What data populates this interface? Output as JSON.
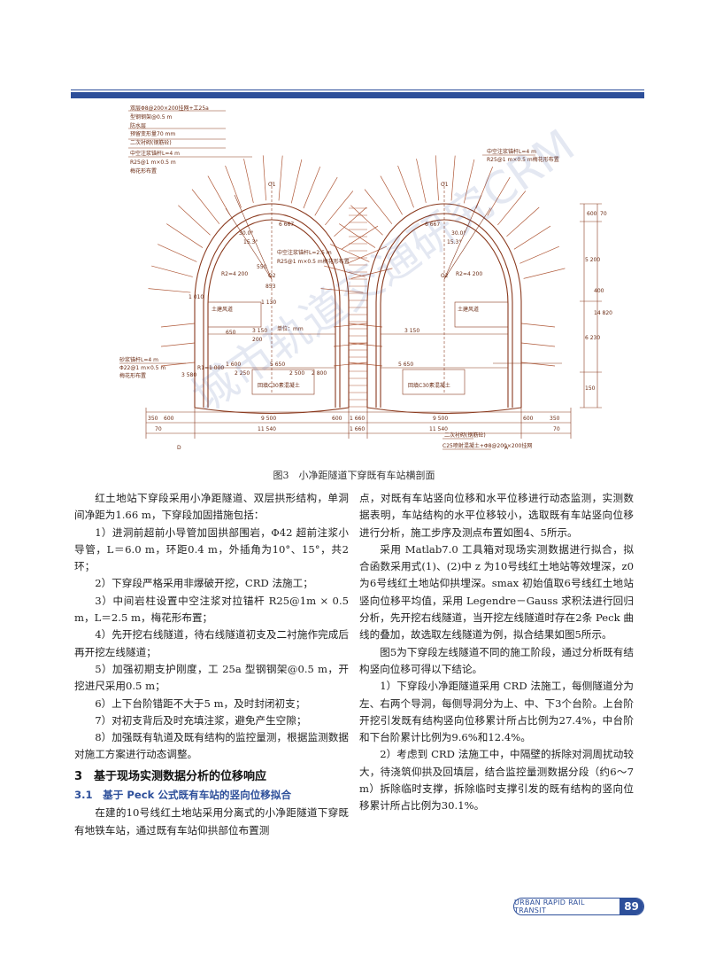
{
  "figure": {
    "caption": "图3　小净距隧道下穿既有车站横剖面",
    "labels": {
      "support_spec": "双层Φ8@200×200挂网+工25a",
      "steel_frame": "型钢钢架@0.5 m",
      "waterproof": "防水层",
      "reserve_deform": "预留变形量70 mm",
      "secondary_lining": "二次衬砌(钢筋砼)",
      "grout_bolt_left": "中空注浆锚杆L=4 m",
      "bolt_spacing": "R25@1 m×0.5 m",
      "plum_layout": "梅花形布置",
      "grout_bolt_right": "中空注浆锚杆L=4 m",
      "right_bolt_spec": "R25@1 m×0.5 m梅花形布置",
      "middle_bolt": "中空注浆锚杆L=2.5 m",
      "middle_bolt_spec": "R25@1 m×0.5 m梅花形布置",
      "mortar_bolt": "砂浆锚杆L=4 m",
      "mortar_spec": "Φ22@1 m×0.5 m",
      "air_duct": "土建风道",
      "unit": "单位：mm",
      "backfill": "回填C30素混凝土",
      "secondary_lining_bottom": "二次衬砌(钢筋砼)",
      "bottom_spec": "C25喷射混凝土+Φ8@200×200挂网",
      "r_label_left": "R2=4 200",
      "r_label_right": "R2=4 200",
      "r1_label": "R1=1 000",
      "angle_30": "30.0°",
      "angle_15": "15.3°",
      "dim_6667": "6 667",
      "dim_5200": "5 200",
      "dim_6230": "6 230",
      "dim_14820": "14 820",
      "dim_400": "400",
      "dim_600": "600",
      "dim_350": "350",
      "dim_70": "70",
      "dim_3580": "3 580",
      "dim_9500": "9 500",
      "dim_11540": "11 540",
      "dim_1660": "1 660",
      "dim_5650": "5 650",
      "dim_3150": "3 150",
      "dim_2800": "2 800",
      "dim_2500": "2 500",
      "dim_1600": "1 600",
      "dim_2250": "2 250",
      "dim_150": "150",
      "dim_1010": "1 010",
      "dim_200": "200",
      "dim_650": "650",
      "dim_550": "550",
      "dim_853": "853",
      "dim_1130": "1 130",
      "o_label_1": "O1",
      "o_label_2": "O2",
      "axis_left": "D",
      "axis_right": "A"
    }
  },
  "left_column": {
    "para1": "红土地站下穿段采用小净距隧道、双层拱形结构，单洞间净距为1.66 m，下穿段加固措施包括：",
    "item1": "1）进洞前超前小导管加固拱部围岩，Φ42 超前注浆小导管，L＝6.0 m，环距0.4 m，外插角为10°、15°，共2环；",
    "item2": "2）下穿段严格采用非爆破开挖，CRD 法施工；",
    "item3": "3）中间岩柱设置中空注浆对拉锚杆 R25@1m × 0.5 m，L＝2.5 m，梅花形布置；",
    "item4": "4）先开挖右线隧道，待右线隧道初支及二衬施作完成后再开挖左线隧道；",
    "item5": "5）加强初期支护刚度，工 25a 型钢钢架@0.5 m，开挖进尺采用0.5 m；",
    "item6": "6）上下台阶错距不大于5 m，及时封闭初支；",
    "item7": "7）对初支背后及时充填注浆，避免产生空隙；",
    "item8": "8）加强既有轨道及既有结构的监控量测，根据监测数据对施工方案进行动态调整。",
    "section_heading": "3　基于现场实测数据分析的位移响应",
    "subsection_heading": "3.1　基于 Peck 公式既有车站的竖向位移拟合",
    "para2": "在建的10号线红土地站采用分离式的小净距隧道下穿既有地铁车站，通过既有车站仰拱部位布置测"
  },
  "right_column": {
    "para1": "点，对既有车站竖向位移和水平位移进行动态监测，实测数据表明，车站结构的水平位移较小，选取既有车站竖向位移进行分析，施工步序及测点布置如图4、5所示。",
    "para2": "采用 Matlab7.0 工具箱对现场实测数据进行拟合，拟合函数采用式(1)、(2)中 z 为10号线红土地站等效埋深，z0 为6号线红土地站仰拱埋深。smax 初始值取6号线红土地站竖向位移平均值，采用 Legendre－Gauss 求积法进行回归分析，先开挖右线隧道，当开挖左线隧道时存在2条 Peck 曲线的叠加，故选取左线隧道为例，拟合结果如图5所示。",
    "para3": "图5为下穿段左线隧道不同的施工阶段，通过分析既有结构竖向位移可得以下结论。",
    "para4": "1）下穿段小净距隧道采用 CRD 法施工，每侧隧道分为左、右两个导洞，每侧导洞分为上、中、下3个台阶。上台阶开挖引发既有结构竖向位移累计所占比例为27.4%，中台阶和下台阶累计比例为9.6%和12.4%。",
    "para5": "2）考虑到 CRD 法施工中，中隔壁的拆除对洞周扰动较大，待浇筑仰拱及回填层，结合监控量测数据分段（约6～7 m）拆除临时支撑，拆除临时支撑引发的既有结构的竖向位移累计所占比例为30.1%。"
  },
  "footer": {
    "journal": "URBAN RAPID RAIL TRANSIT",
    "page": "89"
  },
  "watermark": "城市轨道交通研究CRM",
  "colors": {
    "accent": "#2d4f9a",
    "drawing": "#8a3a1e"
  }
}
